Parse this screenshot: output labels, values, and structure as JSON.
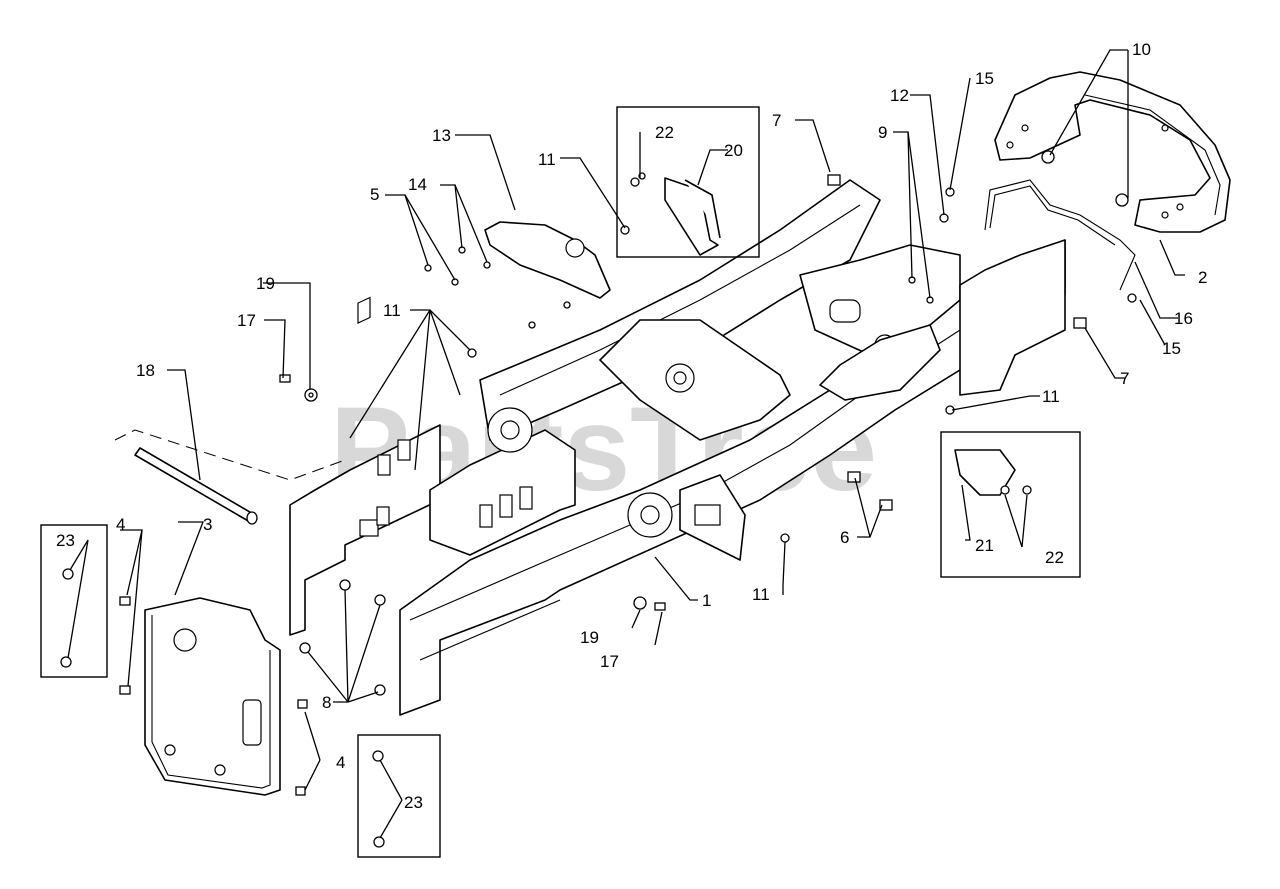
{
  "watermark": "PartsTree",
  "labels": {
    "l1": "1",
    "l2": "2",
    "l3": "3",
    "l4a": "4",
    "l4b": "4",
    "l5": "5",
    "l6": "6",
    "l7a": "7",
    "l7b": "7",
    "l8": "8",
    "l9": "9",
    "l10": "10",
    "l11a": "11",
    "l11b": "11",
    "l11c": "11",
    "l11d": "11",
    "l12": "12",
    "l13": "13",
    "l14": "14",
    "l15a": "15",
    "l15b": "15",
    "l16": "16",
    "l17a": "17",
    "l17b": "17",
    "l18": "18",
    "l19a": "19",
    "l19b": "19",
    "l20": "20",
    "l21": "21",
    "l22a": "22",
    "l22b": "22",
    "l23a": "23",
    "l23b": "23"
  }
}
